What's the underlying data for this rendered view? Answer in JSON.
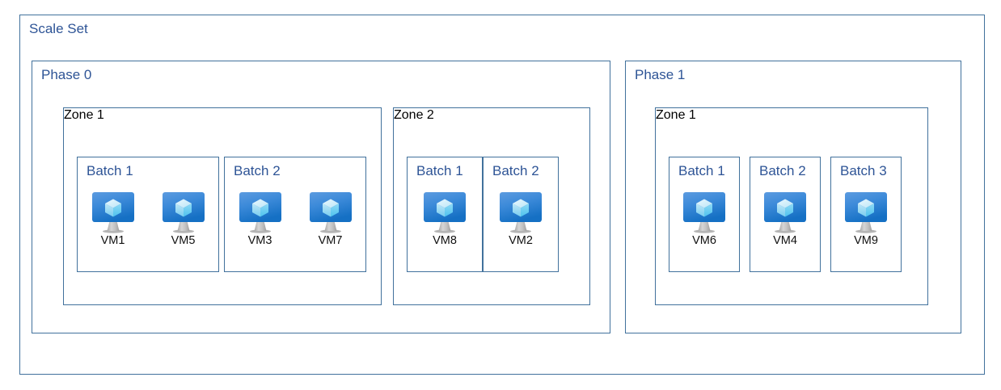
{
  "diagram": {
    "title": "Scale Set",
    "border_color": "#41719C",
    "label_color": "#2E5496",
    "vm_label_color": "#111111",
    "vm_icon_name": "virtual-machine-icon",
    "background": "#FFFFFF"
  },
  "phases": [
    {
      "label": "Phase 0",
      "zones": [
        {
          "label": "Zone 1",
          "batches": [
            {
              "label": "Batch 1",
              "vms": [
                {
                  "label": "VM1"
                },
                {
                  "label": "VM5"
                }
              ]
            },
            {
              "label": "Batch 2",
              "vms": [
                {
                  "label": "VM3"
                },
                {
                  "label": "VM7"
                }
              ]
            }
          ]
        },
        {
          "label": "Zone 2",
          "batches": [
            {
              "label": "Batch 1",
              "vms": [
                {
                  "label": "VM8"
                }
              ]
            },
            {
              "label": "Batch 2",
              "vms": [
                {
                  "label": "VM2"
                }
              ]
            }
          ]
        }
      ]
    },
    {
      "label": "Phase 1",
      "zones": [
        {
          "label": "Zone 1",
          "batches": [
            {
              "label": "Batch 1",
              "vms": [
                {
                  "label": "VM6"
                }
              ]
            },
            {
              "label": "Batch 2",
              "vms": [
                {
                  "label": "VM4"
                }
              ]
            },
            {
              "label": "Batch 3",
              "vms": [
                {
                  "label": "VM9"
                }
              ]
            }
          ]
        }
      ]
    }
  ]
}
